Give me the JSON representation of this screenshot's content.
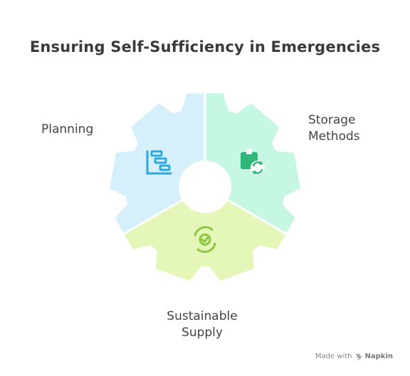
{
  "title": "Ensuring Self-Sufficiency in Emergencies",
  "segments": [
    {
      "id": "planning",
      "lines": [
        "Planning"
      ],
      "color": "#d5f0fb",
      "icon": "gantt-chart-icon",
      "icon_color": "#2fa8dc"
    },
    {
      "id": "storage",
      "lines": [
        "Storage",
        "Methods"
      ],
      "color": "#c6f7e2",
      "icon": "package-recycle-icon",
      "icon_color": "#2fb87a"
    },
    {
      "id": "supply",
      "lines": [
        "Sustainable",
        "Supply"
      ],
      "color": "#e5f7b8",
      "icon": "target-refresh-icon",
      "icon_color": "#8cc63f"
    }
  ],
  "footer": {
    "prefix": "Made with",
    "brand": "Napkin"
  }
}
